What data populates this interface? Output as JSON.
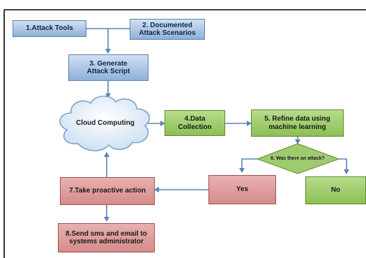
{
  "diagram": {
    "nodes": {
      "attack_tools": "1.Attack Tools",
      "documented_scenarios": "2. Documented\nAttack Scenarios",
      "generate_script": "3. Generate\nAttack  Script",
      "cloud": "Cloud Computing",
      "data_collection": "4.Data\nCollection",
      "refine_data": "5. Refine data using\nmachine learning",
      "decision": "6. Was there an attack?",
      "yes": "Yes",
      "no": "No",
      "proactive_action": "7.Take proactive action",
      "send_alert": "8.Send sms and email to\nsystems administrator"
    },
    "colors": {
      "blue": "#a9c4e4",
      "green": "#9fcb6e",
      "red": "#dc9c9c",
      "arrow": "#5b84b8",
      "frame": "#000000"
    }
  }
}
